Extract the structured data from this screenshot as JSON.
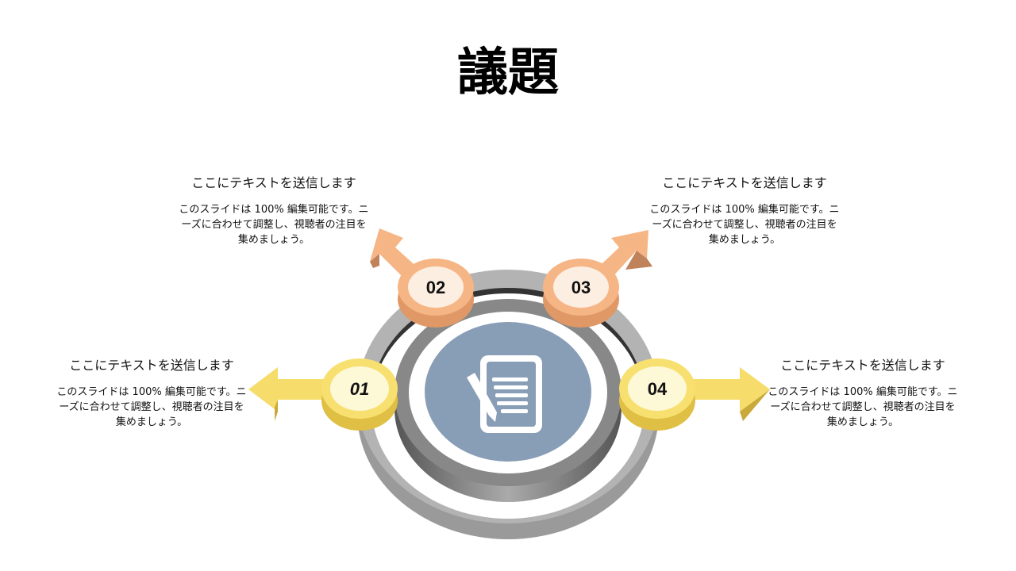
{
  "title": "議題",
  "colors": {
    "yellow": "#f6dc6a",
    "orange": "#f6b585",
    "gray": "#8a8a8a",
    "blue": "#889db6"
  },
  "center_icon": "document-pen-icon",
  "items": [
    {
      "number": "01",
      "heading": "ここにテキストを送信します",
      "body": "このスライドは 100% 編集可能です。ニーズに合わせて調整し、視聴者の注目を集めましょう。"
    },
    {
      "number": "02",
      "heading": "ここにテキストを送信します",
      "body": "このスライドは 100% 編集可能です。ニーズに合わせて調整し、視聴者の注目を集めましょう。"
    },
    {
      "number": "03",
      "heading": "ここにテキストを送信します",
      "body": "このスライドは 100% 編集可能です。ニーズに合わせて調整し、視聴者の注目を集めましょう。"
    },
    {
      "number": "04",
      "heading": "ここにテキストを送信します",
      "body": "このスライドは 100% 編集可能です。ニーズに合わせて調整し、視聴者の注目を集めましょう。"
    }
  ]
}
